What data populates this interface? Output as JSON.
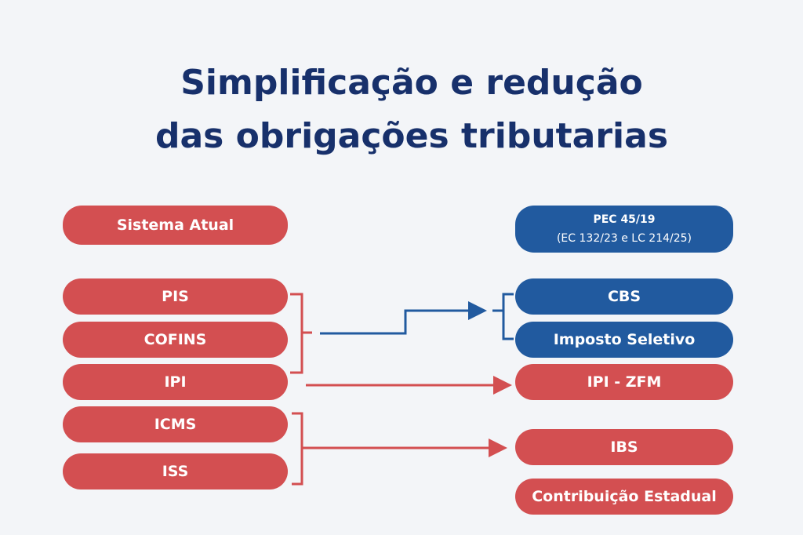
{
  "title": {
    "line1": "Simplificação e redução",
    "line2": "das obrigações tributarias"
  },
  "left": {
    "header": "Sistema Atual",
    "items": [
      "PIS",
      "COFINS",
      "IPI",
      "ICMS",
      "ISS"
    ]
  },
  "right": {
    "header_line1": "PEC 45/19",
    "header_line2": "(EC 132/23 e LC 214/25)",
    "items": [
      "CBS",
      "Imposto Seletivo",
      "IPI - ZFM",
      "IBS",
      "Contribuição Estadual"
    ]
  },
  "colors": {
    "red": "#d34f51",
    "blue": "#215a9f",
    "title": "#17306b",
    "background": "#f3f5f8"
  }
}
